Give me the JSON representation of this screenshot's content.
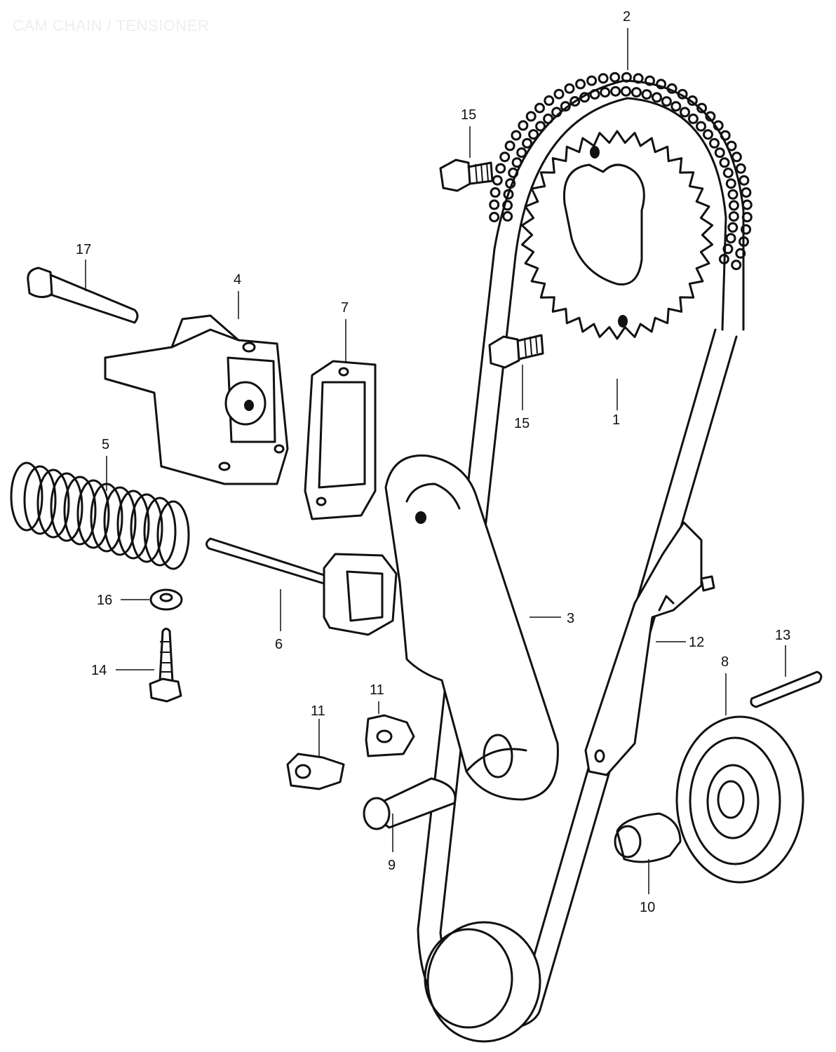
{
  "watermark": "CAM CHAIN / TENSIONER",
  "callouts": {
    "c1": "1",
    "c2": "2",
    "c3": "3",
    "c4": "4",
    "c5": "5",
    "c6": "6",
    "c7": "7",
    "c8": "8",
    "c9": "9",
    "c10": "10",
    "c11a": "11",
    "c11b": "11",
    "c12": "12",
    "c13": "13",
    "c14": "14",
    "c15a": "15",
    "c15b": "15",
    "c16": "16",
    "c17": "17"
  }
}
